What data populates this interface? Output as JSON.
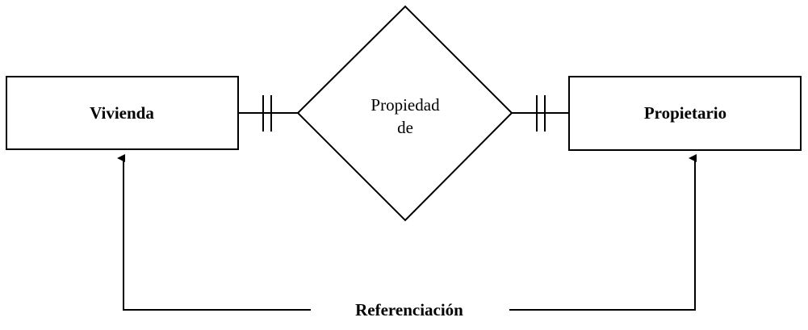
{
  "entities": {
    "left": {
      "label": "Vivienda"
    },
    "right": {
      "label": "Propietario"
    }
  },
  "relationship": {
    "line1": "Propiedad",
    "line2": "de"
  },
  "reference": {
    "label": "Referenciación"
  }
}
